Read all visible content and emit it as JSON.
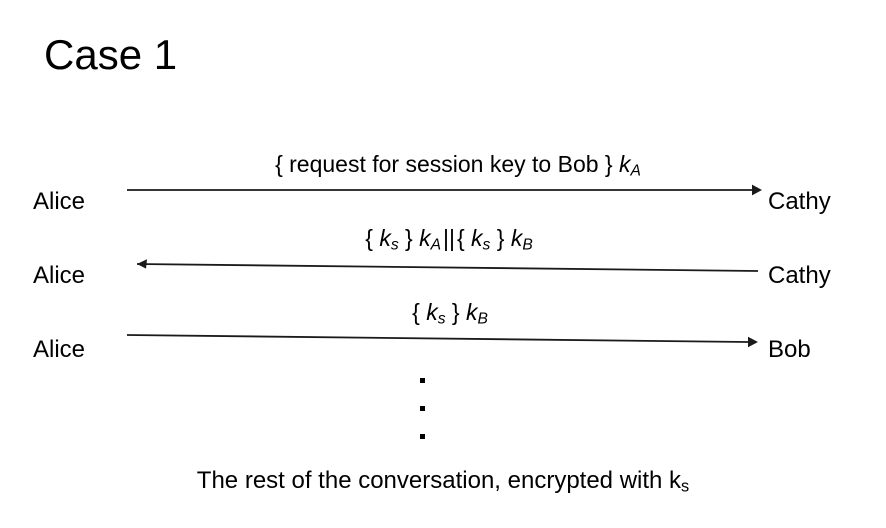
{
  "slide": {
    "title": "Case 1",
    "footer_caption_prefix": "The rest of the conversation, encrypted with ",
    "footer_caption_key": "k",
    "footer_caption_key_sub": "s",
    "footer_caption_full": "The rest of the conversation, encrypted with ks"
  },
  "colors": {
    "background": "#ffffff",
    "text": "#000000",
    "line": "#1a1a1a"
  },
  "diagram": {
    "type": "sequence-protocol",
    "ellipsis_dots": 3,
    "messages": [
      {
        "from": "Alice",
        "to": "Cathy",
        "direction": "right",
        "label_full": "{ request for session key to Bob } kA",
        "label_parts": {
          "open_brace": "{",
          "plain_text": " request for session key to Bob ",
          "close_brace": "}",
          "key": "k",
          "key_sub": "A"
        }
      },
      {
        "from": "Cathy",
        "to": "Alice",
        "direction": "left",
        "label_full": "{ ks } kA || { ks } kB",
        "label_parts": {
          "open_brace_1": "{",
          "inner_key_1": "k",
          "inner_key_1_sub": "s",
          "close_brace_1": "}",
          "outer_key_1": "k",
          "outer_key_1_sub": "A",
          "separator": "||",
          "open_brace_2": "{",
          "inner_key_2": "k",
          "inner_key_2_sub": "s",
          "close_brace_2": "}",
          "outer_key_2": "k",
          "outer_key_2_sub": "B"
        }
      },
      {
        "from": "Alice",
        "to": "Bob",
        "direction": "right",
        "label_full": "{ ks } kB",
        "label_parts": {
          "open_brace": "{",
          "inner_key": "k",
          "inner_key_sub": "s",
          "close_brace": "}",
          "outer_key": "k",
          "outer_key_sub": "B"
        }
      }
    ]
  }
}
